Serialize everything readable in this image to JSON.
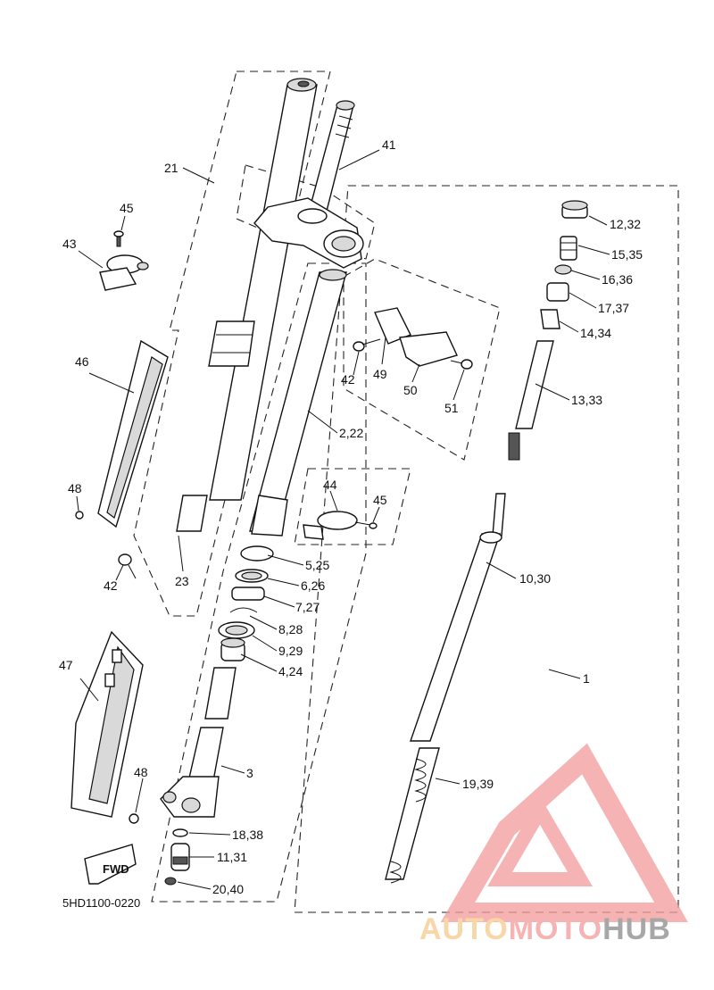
{
  "diagram": {
    "code": "5HD1100-0220",
    "fwd_label": "FWD",
    "callouts": {
      "c1": "1",
      "c2_22": "2,22",
      "c3": "3",
      "c4_24": "4,24",
      "c5_25": "5,25",
      "c6_26": "6,26",
      "c7_27": "7,27",
      "c8_28": "8,28",
      "c9_29": "9,29",
      "c10_30": "10,30",
      "c11_31": "11,31",
      "c12_32": "12,32",
      "c13_33": "13,33",
      "c14_34": "14,34",
      "c15_35": "15,35",
      "c16_36": "16,36",
      "c17_37": "17,37",
      "c18_38": "18,38",
      "c19_39": "19,39",
      "c20_40": "20,40",
      "c21": "21",
      "c23": "23",
      "c41": "41",
      "c42a": "42",
      "c42b": "42",
      "c43": "43",
      "c44": "44",
      "c45a": "45",
      "c45b": "45",
      "c46": "46",
      "c47": "47",
      "c48a": "48",
      "c48b": "48",
      "c49": "49",
      "c50": "50",
      "c51": "51"
    }
  },
  "watermark": {
    "part1": "AUTO",
    "part2": "MOTO",
    "part3": "HUB",
    "color_light": "#f6c98a",
    "color_mid": "#f39a9a",
    "color_dark": "#8a8a8a"
  }
}
